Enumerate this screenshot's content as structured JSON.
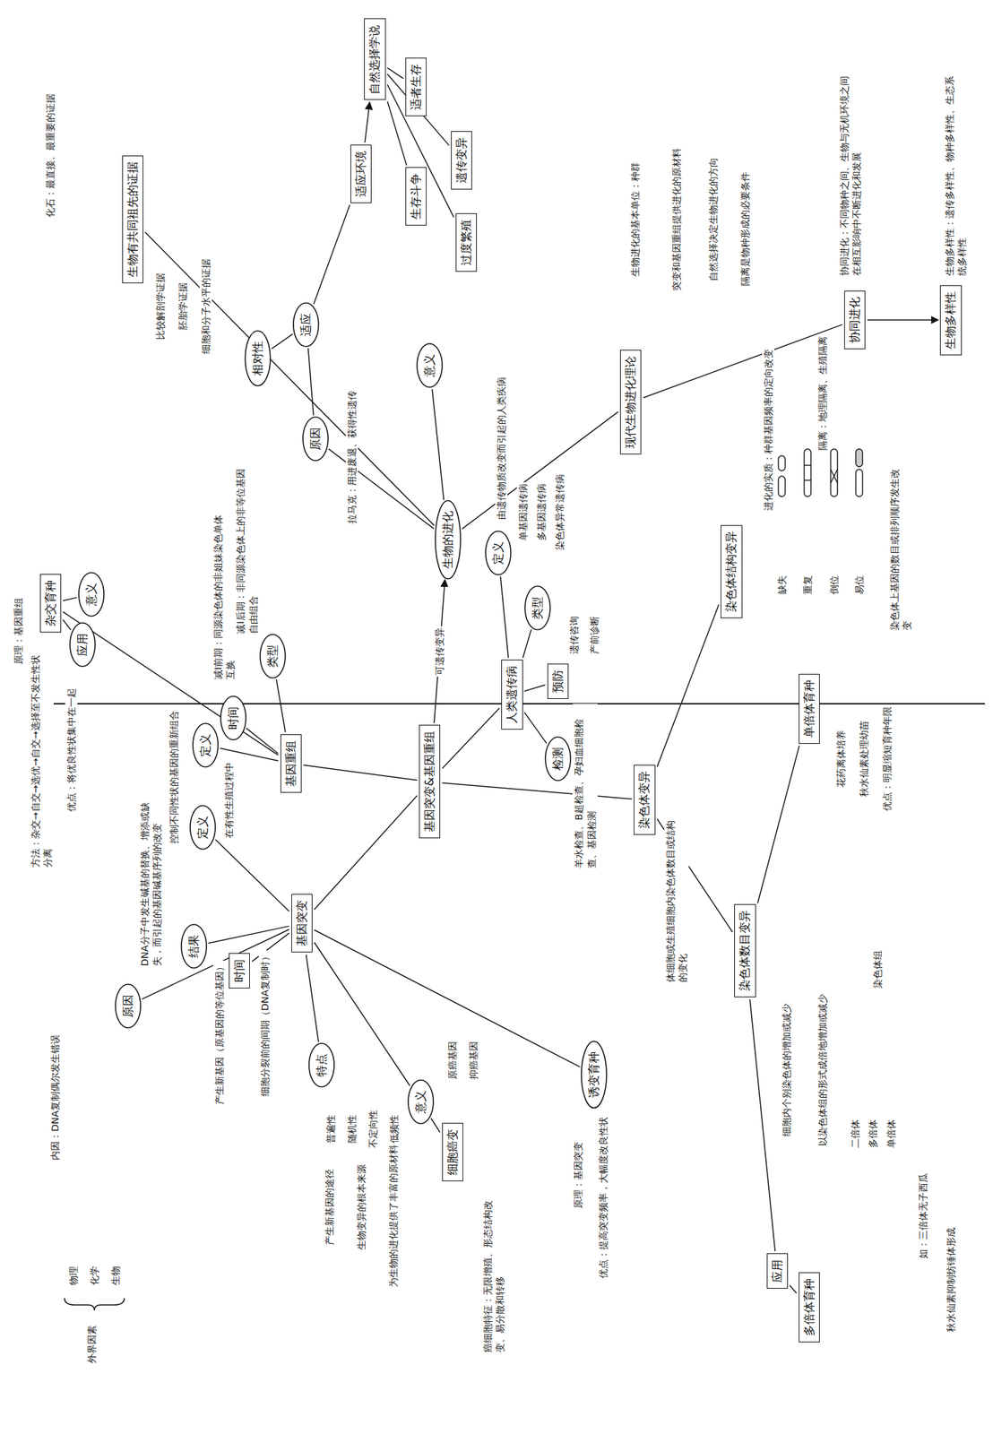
{
  "diagram": {
    "nodes": [
      {
        "text": [
          "生物的进化"
        ]
      },
      {
        "text": [
          "自然选择学说"
        ]
      },
      {
        "text": [
          "适者生存"
        ]
      },
      {
        "text": [
          "遗传变异"
        ]
      },
      {
        "text": [
          "生存斗争"
        ]
      },
      {
        "text": [
          "过度繁殖"
        ]
      },
      {
        "text": [
          "适应环境"
        ]
      },
      {
        "text": [
          "生物有共同祖先的证据"
        ]
      },
      {
        "text": [
          "适应"
        ]
      },
      {
        "text": [
          "相对性"
        ]
      },
      {
        "text": [
          "原因"
        ]
      },
      {
        "text": [
          "意义"
        ]
      },
      {
        "text": [
          "现代生物进化理论"
        ]
      },
      {
        "text": [
          "协同进化"
        ]
      },
      {
        "text": [
          "生物多样性"
        ]
      },
      {
        "text": [
          "杂交育种"
        ]
      },
      {
        "text": [
          "意义"
        ]
      },
      {
        "text": [
          "应用"
        ]
      },
      {
        "text": [
          "基因重组"
        ]
      },
      {
        "text": [
          "定义"
        ]
      },
      {
        "text": [
          "时间"
        ]
      },
      {
        "text": [
          "类型"
        ]
      },
      {
        "text": [
          "基因突变"
        ]
      },
      {
        "text": [
          "定义"
        ]
      },
      {
        "text": [
          "原因"
        ]
      },
      {
        "text": [
          "结果"
        ]
      },
      {
        "text": [
          "时间"
        ]
      },
      {
        "text": [
          "特点"
        ]
      },
      {
        "text": [
          "意义"
        ]
      },
      {
        "text": [
          "细胞癌变"
        ]
      },
      {
        "text": [
          "基因突变&基因重组"
        ]
      },
      {
        "text": [
          "人类遗传病"
        ]
      },
      {
        "text": [
          "定义"
        ]
      },
      {
        "text": [
          "类型"
        ]
      },
      {
        "text": [
          "预防"
        ]
      },
      {
        "text": [
          "检测"
        ]
      },
      {
        "text": [
          "染色体变异"
        ]
      },
      {
        "text": [
          "染色体结构变异"
        ]
      },
      {
        "text": [
          "染色体数目变异"
        ]
      },
      {
        "text": [
          "单倍体育种"
        ]
      },
      {
        "text": [
          "诱变育种"
        ]
      },
      {
        "text": [
          "应用"
        ]
      },
      {
        "text": [
          "多倍体育种"
        ]
      }
    ],
    "edges": [
      {
        "from": 0,
        "to": 10,
        "arrow": "none"
      },
      {
        "from": 0,
        "to": 11,
        "arrow": "none"
      },
      {
        "from": 0,
        "to": 12,
        "arrow": "none"
      },
      {
        "from": 0,
        "to": 7,
        "arrow": "none"
      },
      {
        "from": 10,
        "to": 8,
        "arrow": "none"
      },
      {
        "from": 8,
        "to": 9,
        "arrow": "none"
      },
      {
        "from": 8,
        "to": 6,
        "arrow": "none"
      },
      {
        "from": 6,
        "to": 1,
        "arrow": "to"
      },
      {
        "from": 1,
        "to": 2,
        "arrow": "none"
      },
      {
        "from": 1,
        "to": 3,
        "arrow": "none"
      },
      {
        "from": 1,
        "to": 4,
        "arrow": "none"
      },
      {
        "from": 1,
        "to": 5,
        "arrow": "none"
      },
      {
        "from": 12,
        "to": 13,
        "arrow": "none"
      },
      {
        "from": 13,
        "to": 14,
        "arrow": "to"
      },
      {
        "from": 18,
        "to": 15,
        "arrow": "none"
      },
      {
        "from": 15,
        "to": 16,
        "arrow": "none"
      },
      {
        "from": 15,
        "to": 17,
        "arrow": "none"
      },
      {
        "from": 18,
        "to": 19,
        "arrow": "none"
      },
      {
        "from": 18,
        "to": 20,
        "arrow": "none"
      },
      {
        "from": 18,
        "to": 21,
        "arrow": "none"
      },
      {
        "from": 30,
        "to": 18,
        "arrow": "none"
      },
      {
        "from": 30,
        "to": 22,
        "arrow": "none"
      },
      {
        "from": 30,
        "to": 0,
        "label": "可遗传变异",
        "arrow": "to"
      },
      {
        "from": 22,
        "to": 23,
        "arrow": "none"
      },
      {
        "from": 22,
        "to": 24,
        "arrow": "none"
      },
      {
        "from": 22,
        "to": 25,
        "arrow": "none"
      },
      {
        "from": 22,
        "to": 26,
        "arrow": "none"
      },
      {
        "from": 22,
        "to": 27,
        "arrow": "none"
      },
      {
        "from": 22,
        "to": 28,
        "arrow": "none"
      },
      {
        "from": 28,
        "to": 29,
        "arrow": "none"
      },
      {
        "from": 22,
        "to": 40,
        "arrow": "none"
      },
      {
        "from": 30,
        "to": 31,
        "arrow": "none"
      },
      {
        "from": 31,
        "to": 32,
        "arrow": "none"
      },
      {
        "from": 31,
        "to": 33,
        "arrow": "none"
      },
      {
        "from": 31,
        "to": 34,
        "arrow": "none"
      },
      {
        "from": 31,
        "to": 35,
        "arrow": "none"
      },
      {
        "from": 30,
        "to": 36,
        "arrow": "none"
      },
      {
        "from": 36,
        "to": 37,
        "arrow": "none"
      },
      {
        "from": 36,
        "to": 38,
        "arrow": "none"
      },
      {
        "from": 38,
        "to": 39,
        "arrow": "none"
      },
      {
        "from": 38,
        "to": 41,
        "arrow": "none"
      },
      {
        "from": 41,
        "to": 42,
        "arrow": "none"
      }
    ],
    "labels": [
      "原理：基因重组",
      "方法：杂交→自交→选优→自交→选择至不发生性状分离",
      "优点：将优良性状集中在一起",
      "化石：最直接、最重要的证据",
      "比较解剖学证据",
      "胚胎学证据",
      "细胞和分子水平的证据",
      "拉马克：用进废退、获得性遗传",
      "减Ⅰ前期：同源染色体的非姐妹染色单体互换",
      "减Ⅰ后期：非同源染色体上的非等位基因自由组合",
      "控制不同性状的基因的重新组合",
      "在有性生殖过程中",
      "DNA分子中发生碱基的替换、增添或缺失，而引起的基因碱基序列的改变",
      "产生新基因（原基因的等位基因）",
      "细胞分裂前的间期（DNA复制时）",
      "外界因素",
      "物理",
      "化学",
      "生物",
      "内因：DNA复制偶尔发生错误",
      "普遍性",
      "随机性",
      "不定向性",
      "低频性",
      "产生新基因的途径",
      "生物变异的根本来源",
      "为生物的进化提供了丰富的原材料",
      "原癌基因",
      "抑癌基因",
      "癌细胞特征：无限增殖、形态结构改变、易分散和转移",
      "原理：基因突变",
      "优点：提高突变频率，大幅度改良性状",
      "由遗传物质改变而引起的人类疾病",
      "单基因遗传病",
      "多基因遗传病",
      "染色体异常遗传病",
      "遗传咨询",
      "产前诊断",
      "羊水检查、B超检查、孕妇血细胞检查、基因检测",
      "体细胞或生殖细胞内染色体数目或结构的变化",
      "缺失",
      "重复",
      "倒位",
      "易位",
      "染色体上基因的数目或排列顺序发生改变",
      "细胞内个别染色体的增加或减少",
      "以染色体组的形式成倍地增加或减少",
      "染色体组",
      "二倍体",
      "多倍体",
      "单倍体",
      "花药离体培养",
      "秋水仙素处理幼苗",
      "优点：明显缩短育种年限",
      "秋水仙素抑制纺锤体形成",
      "如：三倍体无子西瓜",
      "生物进化的基本单位：种群",
      "突变和基因重组提供进化的原材料",
      "自然选择决定生物进化的方向",
      "隔离是物种形成的必要条件",
      "进化的实质：种群基因频率的定向改变",
      "隔离：地理隔离、生殖隔离",
      "协同进化：不同物种之间、生物与无机环境之间在相互影响中不断进化和发展",
      "生物多样性：遗传多样性、物种多样性、生态系统多样性"
    ]
  }
}
